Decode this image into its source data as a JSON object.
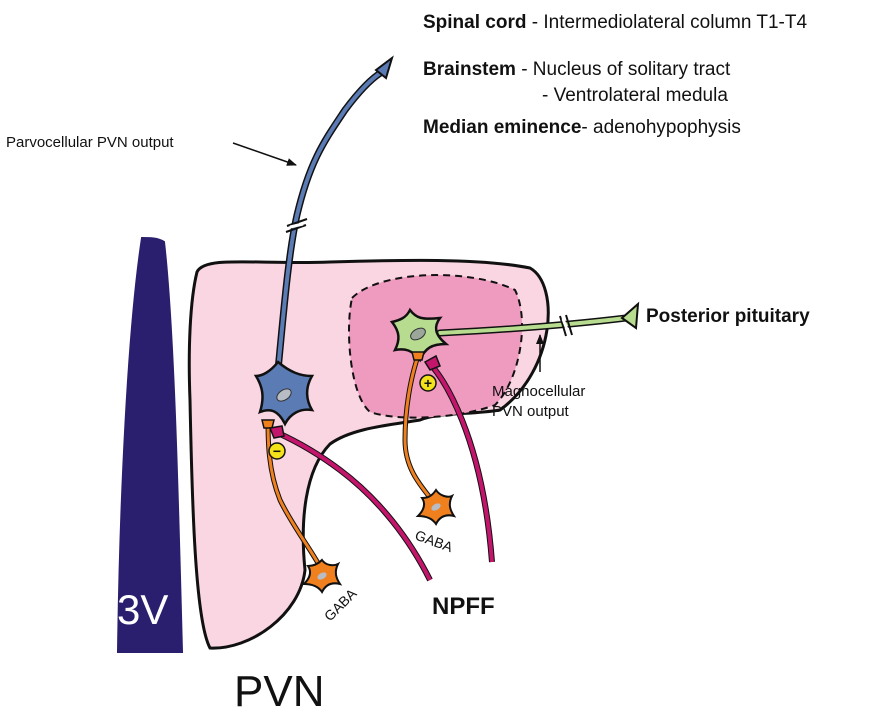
{
  "projections": {
    "spinal_cord": {
      "title": "Spinal cord",
      "text": " - Intermediolateral column T1-T4"
    },
    "brainstem": {
      "title": "Brainstem",
      "line1": " - Nucleus of solitary tract",
      "line2": "- Ventrolateral medula"
    },
    "median_eminence": {
      "title": "Median eminence",
      "text": "- adenohypophysis"
    }
  },
  "labels": {
    "parvocellular_output": "Parvocellular PVN output",
    "posterior_pituitary": "Posterior pituitary",
    "magnocellular_output_line1": "Magnocellular",
    "magnocellular_output_line2": "PVN output",
    "ventricle": "3V",
    "nucleus": "PVN",
    "npff": "NPFF",
    "gaba_lower": "GABA",
    "gaba_upper": "GABA"
  },
  "signs": {
    "inhibitory": "−",
    "excitatory": "+"
  },
  "colors": {
    "ventricle": "#2a1f6e",
    "pvn_region": "#f9d6e2",
    "magnocellular_region": "#ef9bbf",
    "parvocellular_neuron": "#5b7bb5",
    "magnocellular_neuron": "#b7dc8f",
    "gaba_neuron": "#f07f1e",
    "npff_fiber": "#c3156c",
    "sign_badge": "#f3e21a"
  }
}
